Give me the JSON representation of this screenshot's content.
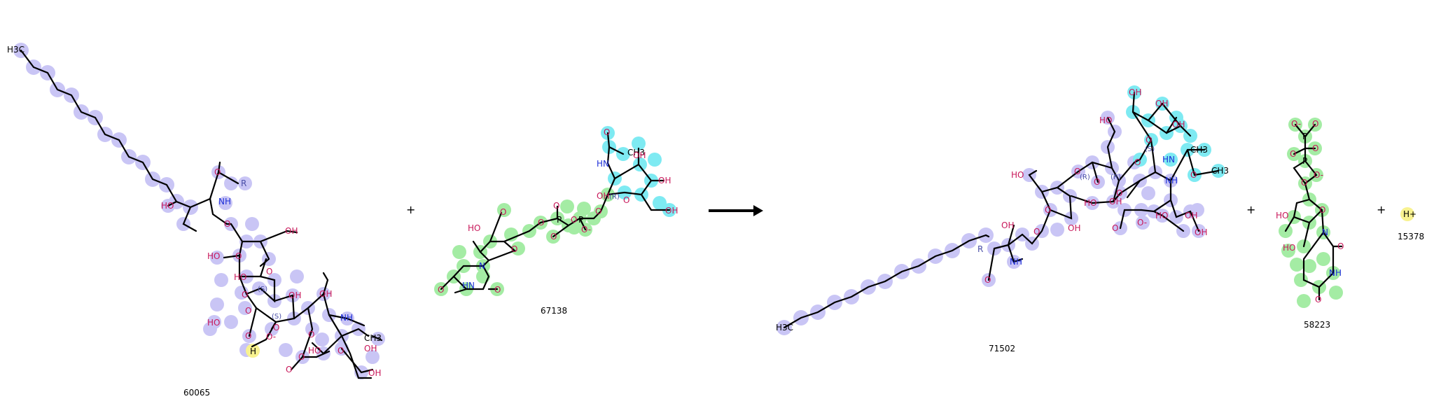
{
  "reaction": {
    "reactants": [
      {
        "id": "60065"
      },
      {
        "id": "67138"
      }
    ],
    "products": [
      {
        "id": "71502"
      },
      {
        "id": "58223"
      },
      {
        "id": "15378"
      }
    ],
    "plus_sign": "+",
    "arrow": "reaction-arrow",
    "atoms": {
      "h3c": "H3C",
      "ch3": "CH3",
      "oh": "OH",
      "ho": "HO",
      "o": "O",
      "o_minus": "O-",
      "nh": "NH",
      "hn": "HN",
      "n": "N",
      "p": "P",
      "r": "R",
      "h": "H",
      "h_plus": "H+",
      "s_label": "(S)",
      "r_label": "(R)"
    },
    "highlight_colors": {
      "lavender": "#c9c5f5",
      "green": "#a4eca4",
      "cyan": "#7eeaf2",
      "yellow": "#f8f290"
    }
  }
}
